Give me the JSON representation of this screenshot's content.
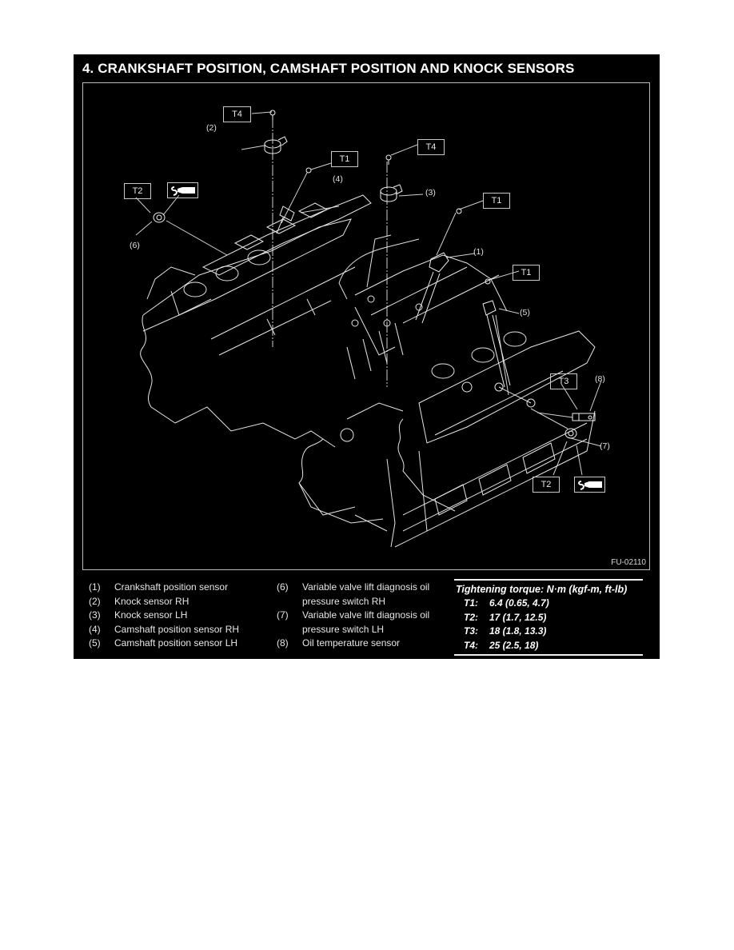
{
  "section": {
    "title": "4.  CRANKSHAFT POSITION, CAMSHAFT POSITION AND KNOCK SENSORS"
  },
  "diagram": {
    "figure_id": "FU-02110",
    "callouts": [
      {
        "id": "1",
        "label": "(1)"
      },
      {
        "id": "2",
        "label": "(2)"
      },
      {
        "id": "3",
        "label": "(3)"
      },
      {
        "id": "4",
        "label": "(4)"
      },
      {
        "id": "5",
        "label": "(5)"
      },
      {
        "id": "6",
        "label": "(6)"
      },
      {
        "id": "7",
        "label": "(7)"
      },
      {
        "id": "8",
        "label": "(8)"
      }
    ],
    "torque_tags": [
      {
        "label": "T4",
        "near": "(2)"
      },
      {
        "label": "T1",
        "near": "(4)"
      },
      {
        "label": "T4",
        "near": "(3)"
      },
      {
        "label": "T1",
        "near": "(1)"
      },
      {
        "label": "T1",
        "near": "(5)"
      },
      {
        "label": "T2",
        "near": "(6)"
      },
      {
        "label": "T3",
        "near": "(8)"
      },
      {
        "label": "T2",
        "near": "(7)"
      }
    ],
    "sealant_icons": [
      {
        "icon": "sealant-icon",
        "near": "(6)"
      },
      {
        "icon": "sealant-icon",
        "near": "(7)"
      }
    ]
  },
  "legend": {
    "items": [
      {
        "num": "(1)",
        "text": "Crankshaft position sensor"
      },
      {
        "num": "(2)",
        "text": "Knock sensor RH"
      },
      {
        "num": "(3)",
        "text": "Knock sensor LH"
      },
      {
        "num": "(4)",
        "text": "Camshaft position sensor RH"
      },
      {
        "num": "(5)",
        "text": "Camshaft position sensor LH"
      },
      {
        "num": "(6)",
        "text": "Variable valve lift diagnosis oil pressure switch RH"
      },
      {
        "num": "(7)",
        "text": "Variable valve lift diagnosis oil pressure switch LH"
      },
      {
        "num": "(8)",
        "text": "Oil temperature sensor"
      }
    ]
  },
  "torque": {
    "heading": "Tightening torque: N·m (kgf-m, ft-lb)",
    "rows": [
      {
        "key": "T1:",
        "value": "6.4 (0.65, 4.7)"
      },
      {
        "key": "T2:",
        "value": "17 (1.7, 12.5)"
      },
      {
        "key": "T3:",
        "value": "18 (1.8, 13.3)"
      },
      {
        "key": "T4:",
        "value": "25 (2.5, 18)"
      }
    ]
  }
}
